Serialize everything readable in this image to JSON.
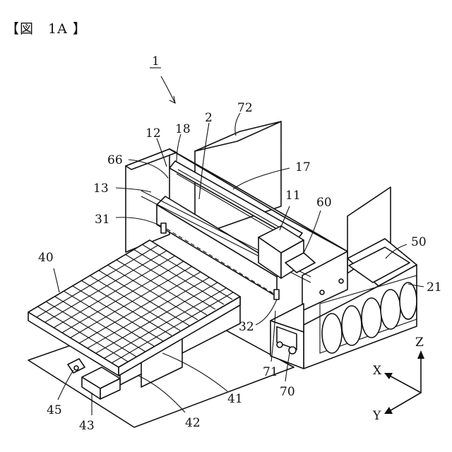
{
  "figure": {
    "title": "【図　1A 】",
    "callouts": [
      {
        "key": "c1",
        "text": "1"
      },
      {
        "key": "c2",
        "text": "2"
      },
      {
        "key": "c72",
        "text": "72"
      },
      {
        "key": "c12",
        "text": "12"
      },
      {
        "key": "c18",
        "text": "18"
      },
      {
        "key": "c66",
        "text": "66"
      },
      {
        "key": "c17",
        "text": "17"
      },
      {
        "key": "c13",
        "text": "13"
      },
      {
        "key": "c11",
        "text": "11"
      },
      {
        "key": "c60",
        "text": "60"
      },
      {
        "key": "c31",
        "text": "31"
      },
      {
        "key": "c50",
        "text": "50"
      },
      {
        "key": "c40",
        "text": "40"
      },
      {
        "key": "c21",
        "text": "21"
      },
      {
        "key": "c32",
        "text": "32"
      },
      {
        "key": "c71",
        "text": "71"
      },
      {
        "key": "c70",
        "text": "70"
      },
      {
        "key": "c41",
        "text": "41"
      },
      {
        "key": "c45",
        "text": "45"
      },
      {
        "key": "c43",
        "text": "43"
      },
      {
        "key": "c42",
        "text": "42"
      }
    ],
    "axes": {
      "x": "X",
      "y": "Y",
      "z": "Z"
    }
  }
}
